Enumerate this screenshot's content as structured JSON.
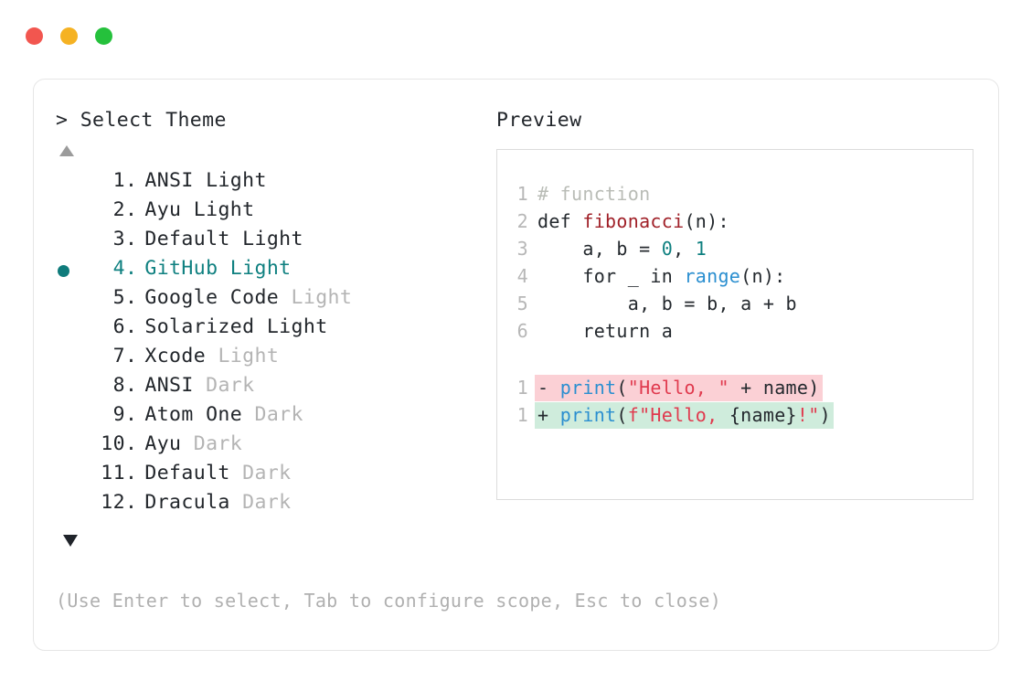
{
  "window": {
    "dots": [
      {
        "name": "close-dot",
        "color": "#f2564f"
      },
      {
        "name": "minimize-dot",
        "color": "#f5b223"
      },
      {
        "name": "maximize-dot",
        "color": "#25c13c"
      }
    ]
  },
  "selector": {
    "prompt": "> Select Theme",
    "scroll_up_icon": "triangle-up-icon",
    "scroll_down_icon": "triangle-down-icon",
    "selected_index": 4,
    "bullet_color": "#0f7b7b",
    "selected_color": "#0f8080",
    "items": [
      {
        "index": "1.",
        "name": "ANSI",
        "variant": "Light",
        "variant_muted": false,
        "selected": false
      },
      {
        "index": "2.",
        "name": "Ayu",
        "variant": "Light",
        "variant_muted": false,
        "selected": false
      },
      {
        "index": "3.",
        "name": "Default",
        "variant": "Light",
        "variant_muted": false,
        "selected": false
      },
      {
        "index": "4.",
        "name": "GitHub",
        "variant": "Light",
        "variant_muted": false,
        "selected": true
      },
      {
        "index": "5.",
        "name": "Google Code",
        "variant": "Light",
        "variant_muted": true,
        "selected": false
      },
      {
        "index": "6.",
        "name": "Solarized",
        "variant": "Light",
        "variant_muted": false,
        "selected": false
      },
      {
        "index": "7.",
        "name": "Xcode",
        "variant": "Light",
        "variant_muted": true,
        "selected": false
      },
      {
        "index": "8.",
        "name": "ANSI",
        "variant": "Dark",
        "variant_muted": true,
        "selected": false
      },
      {
        "index": "9.",
        "name": "Atom One",
        "variant": "Dark",
        "variant_muted": true,
        "selected": false
      },
      {
        "index": "10.",
        "name": "Ayu",
        "variant": "Dark",
        "variant_muted": true,
        "selected": false
      },
      {
        "index": "11.",
        "name": "Default",
        "variant": "Dark",
        "variant_muted": true,
        "selected": false
      },
      {
        "index": "12.",
        "name": "Dracula",
        "variant": "Dark",
        "variant_muted": true,
        "selected": false
      }
    ],
    "hint": "(Use Enter to select, Tab to configure scope, Esc to close)"
  },
  "preview": {
    "header": "Preview",
    "code_lines": [
      {
        "num": "1",
        "tokens": [
          {
            "t": "# function",
            "c": "tok-comment"
          }
        ]
      },
      {
        "num": "2",
        "tokens": [
          {
            "t": "def ",
            "c": "tok-kw"
          },
          {
            "t": "fibonacci",
            "c": "tok-fn"
          },
          {
            "t": "(n):",
            "c": "tok-plain"
          }
        ]
      },
      {
        "num": "3",
        "tokens": [
          {
            "t": "    a, b = ",
            "c": "tok-plain"
          },
          {
            "t": "0",
            "c": "tok-num"
          },
          {
            "t": ", ",
            "c": "tok-plain"
          },
          {
            "t": "1",
            "c": "tok-num"
          }
        ]
      },
      {
        "num": "4",
        "tokens": [
          {
            "t": "    for _ in ",
            "c": "tok-plain"
          },
          {
            "t": "range",
            "c": "tok-builtin"
          },
          {
            "t": "(n):",
            "c": "tok-plain"
          }
        ]
      },
      {
        "num": "5",
        "tokens": [
          {
            "t": "        a, b = b, a + b",
            "c": "tok-plain"
          }
        ]
      },
      {
        "num": "6",
        "tokens": [
          {
            "t": "    return a",
            "c": "tok-plain"
          }
        ]
      }
    ],
    "diff_lines": [
      {
        "num": "1",
        "sign": "-",
        "kind": "diff-del",
        "bg": "#fbd0d5",
        "tokens": [
          {
            "t": "print",
            "c": "tok-builtin"
          },
          {
            "t": "(",
            "c": "tok-plain"
          },
          {
            "t": "\"Hello, \"",
            "c": "tok-str"
          },
          {
            "t": " + name)",
            "c": "tok-plain"
          }
        ]
      },
      {
        "num": "1",
        "sign": "+",
        "kind": "diff-add",
        "bg": "#cfecdc",
        "tokens": [
          {
            "t": "print",
            "c": "tok-builtin"
          },
          {
            "t": "(",
            "c": "tok-plain"
          },
          {
            "t": "f\"Hello, ",
            "c": "tok-str"
          },
          {
            "t": "{name}",
            "c": "tok-plain"
          },
          {
            "t": "!\"",
            "c": "tok-str"
          },
          {
            "t": ")",
            "c": "tok-plain"
          }
        ]
      }
    ]
  }
}
